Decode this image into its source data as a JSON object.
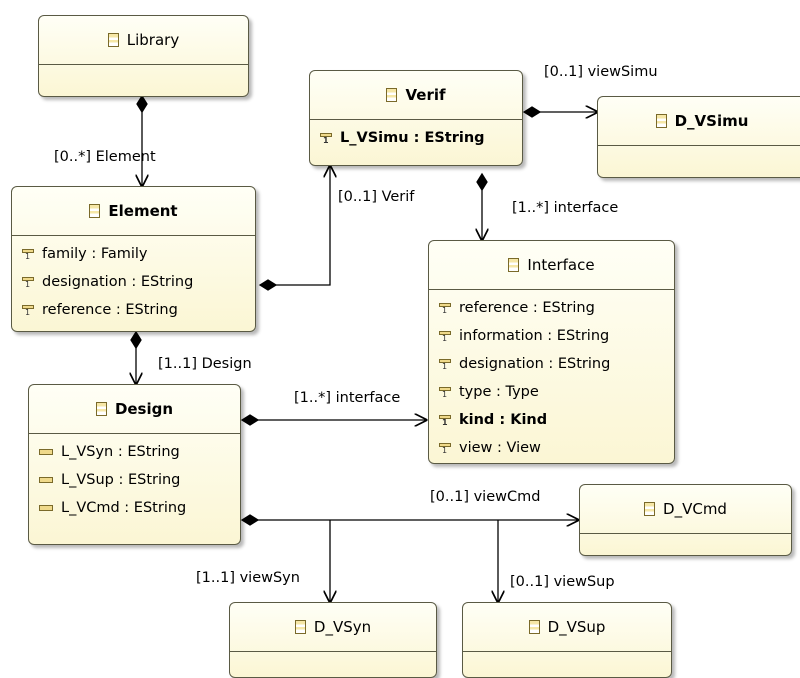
{
  "classes": {
    "library": {
      "name": "Library",
      "attrs": []
    },
    "verif": {
      "name": "Verif",
      "attrs": [
        {
          "text": "L_VSimu : EString"
        }
      ]
    },
    "d_vsimu": {
      "name": "D_VSimu",
      "attrs": []
    },
    "element": {
      "name": "Element",
      "attrs": [
        {
          "text": "family : Family"
        },
        {
          "text": "designation : EString"
        },
        {
          "text": "reference : EString"
        }
      ]
    },
    "interface": {
      "name": "Interface",
      "attrs": [
        {
          "text": "reference : EString"
        },
        {
          "text": "information : EString"
        },
        {
          "text": "designation : EString"
        },
        {
          "text": "type : Type"
        },
        {
          "text": "kind : Kind"
        },
        {
          "text": "view : View"
        }
      ]
    },
    "design": {
      "name": "Design",
      "attrs": [
        {
          "text": "L_VSyn : EString"
        },
        {
          "text": "L_VSup : EString"
        },
        {
          "text": "L_VCmd : EString"
        }
      ]
    },
    "d_vcmd": {
      "name": "D_VCmd",
      "attrs": []
    },
    "d_vsyn": {
      "name": "D_VSyn",
      "attrs": []
    },
    "d_vsup": {
      "name": "D_VSup",
      "attrs": []
    }
  },
  "references": {
    "library_element": "[0..*] Element",
    "verif_dvsimu": "[0..1] viewSimu",
    "element_verif": "[0..1] Verif",
    "verif_interface": "[1..*] interface",
    "element_design": "[1..1] Design",
    "design_interface": "[1..*] interface",
    "design_dvcmd": "[0..1] viewCmd",
    "design_dvsyn": "[1..1] viewSyn",
    "design_dvsup": "[0..1] viewSup"
  },
  "colors": {
    "fill": "#fbf6d4",
    "border": "#5a5a44",
    "line": "#000000"
  }
}
